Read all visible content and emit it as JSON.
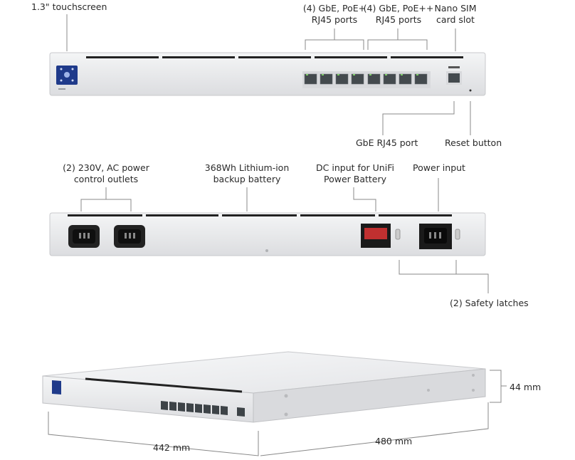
{
  "front_view": {
    "touchscreen": "1.3\" touchscreen",
    "poe_plus": [
      "(4) GbE, PoE+",
      "RJ45 ports"
    ],
    "poe_plusplus": [
      "(4) GbE, PoE++",
      "RJ45 ports"
    ],
    "nano_sim": [
      "Nano SIM",
      "card slot"
    ],
    "gbe_port": "GbE RJ45 port",
    "reset": "Reset button"
  },
  "rear_view": {
    "ac_outlets": [
      "(2) 230V, AC power",
      "control outlets"
    ],
    "battery": [
      "368Wh Lithium-ion",
      "backup battery"
    ],
    "dc_input": [
      "DC input for UniFi",
      "Power Battery"
    ],
    "power_input": "Power input",
    "safety_latches": "(2) Safety latches"
  },
  "dimensions": {
    "height": "44 mm",
    "width": "442 mm",
    "depth": "480 mm"
  },
  "colors": {
    "chassis": "#e9eaec",
    "chassis_edge": "#c8c9cc",
    "vent": "#222222",
    "port": "#444a4e",
    "touchscreen": "#1f3a8a",
    "leader": "#888888"
  }
}
